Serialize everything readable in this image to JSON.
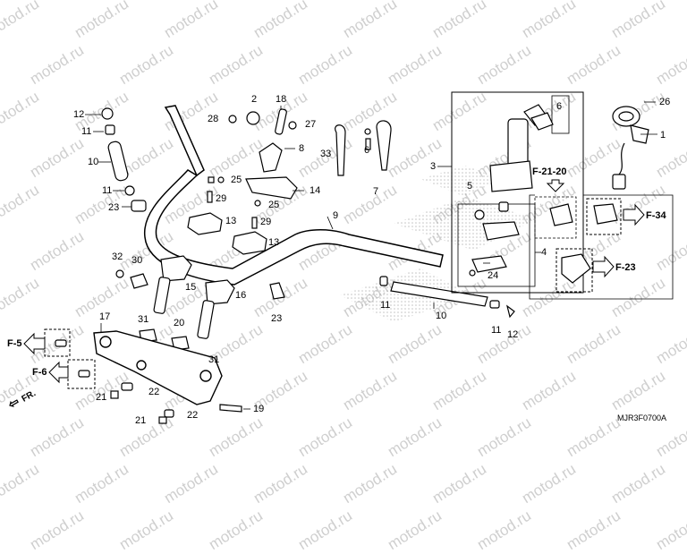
{
  "watermark": "motod.ru",
  "diagram_code": "MJR3F0700A",
  "front_label": "FR.",
  "refs": {
    "f5": "F-5",
    "f6": "F-6",
    "f2120": "F-21-20",
    "f34": "F-34",
    "f23": "F-23"
  },
  "labels": {
    "p1": "1",
    "p2": "2",
    "p3": "3",
    "p4": "4",
    "p5": "5",
    "p6a": "6",
    "p6b": "6",
    "p7": "7",
    "p8": "8",
    "p9": "9",
    "p10a": "10",
    "p10b": "10",
    "p11a": "11",
    "p11b": "11",
    "p11c": "11",
    "p11d": "11",
    "p12a": "12",
    "p12b": "12",
    "p13a": "13",
    "p13b": "13",
    "p14": "14",
    "p15": "15",
    "p16": "16",
    "p17": "17",
    "p18": "18",
    "p19": "19",
    "p20": "20",
    "p21a": "21",
    "p21b": "21",
    "p22a": "22",
    "p22b": "22",
    "p23a": "23",
    "p23b": "23",
    "p24": "24",
    "p25a": "25",
    "p25b": "25",
    "p26": "26",
    "p27": "27",
    "p28": "28",
    "p29a": "29",
    "p29b": "29",
    "p30": "30",
    "p31a": "31",
    "p31b": "31",
    "p32": "32",
    "p33": "33"
  }
}
